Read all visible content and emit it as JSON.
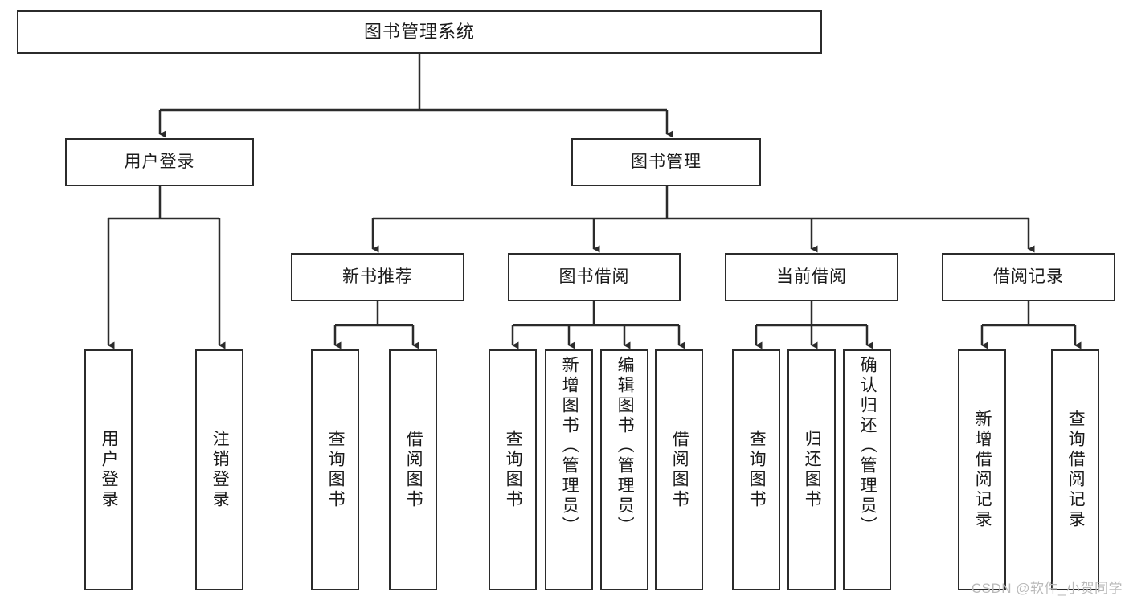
{
  "diagram": {
    "type": "tree-flowchart",
    "title": "图书管理系统",
    "orientation": "top-down",
    "background_color": "#ffffff",
    "box_border_color": "#2b2b2b",
    "connector_color": "#2b2b2b",
    "text_color": "#1a1a1a"
  },
  "root": {
    "label": "图书管理系统"
  },
  "level2": [
    {
      "label": "用户登录"
    },
    {
      "label": "图书管理"
    }
  ],
  "level3": [
    {
      "label": "新书推荐"
    },
    {
      "label": "图书借阅"
    },
    {
      "label": "当前借阅"
    },
    {
      "label": "借阅记录"
    }
  ],
  "leaves": {
    "user_login": [
      {
        "label": "用户登录"
      },
      {
        "label": "注销登录"
      }
    ],
    "new_book_recommend": [
      {
        "label": "查询图书"
      },
      {
        "label": "借阅图书"
      }
    ],
    "book_borrow": [
      {
        "label": "查询图书"
      },
      {
        "label": "新增图书（管理员）"
      },
      {
        "label": "编辑图书（管理员）"
      },
      {
        "label": "借阅图书"
      }
    ],
    "current_borrow": [
      {
        "label": "查询图书"
      },
      {
        "label": "归还图书"
      },
      {
        "label": "确认归还（管理员）"
      }
    ],
    "borrow_record": [
      {
        "label": "新增借阅记录"
      },
      {
        "label": "查询借阅记录"
      }
    ]
  },
  "watermark": {
    "text": "CSDN @软件_小贺同学",
    "color": "#b9b9b9"
  }
}
